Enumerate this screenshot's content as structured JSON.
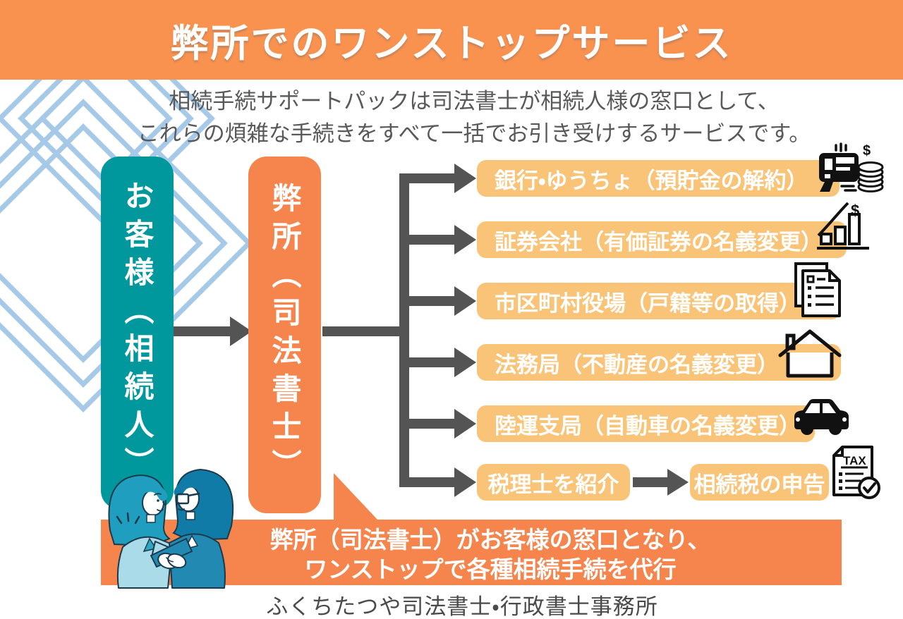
{
  "header": {
    "title": "弊所でのワンストップサービス"
  },
  "intro": {
    "line1": "相続手続サポートパックは司法書士が相続人様の窓口として、",
    "line2": "これらの煩雑な手続きをすべて一括でお引き受けするサービスです。"
  },
  "flow": {
    "customer": {
      "label": "お客様（相続人）"
    },
    "office": {
      "label": "弊所（司法書士）"
    },
    "destinations": [
      {
        "label": "銀行・ゆうちょ（預貯金の解約）",
        "icon": "atm-money-icon"
      },
      {
        "label": "証券会社（有価証券の名義変更）",
        "icon": "stock-chart-icon"
      },
      {
        "label": "市区町村役場（戸籍等の取得）",
        "icon": "documents-icon"
      },
      {
        "label": "法務局（不動産の名義変更）",
        "icon": "house-icon"
      },
      {
        "label": "陸運支局（自動車の名義変更）",
        "icon": "car-icon"
      },
      {
        "label": "税理士を紹介",
        "next": "相続税の申告",
        "icon": "tax-document-icon"
      }
    ]
  },
  "banner": {
    "line1": "弊所（司法書士）がお客様の窓口となり、",
    "line2": "ワンストップで各種相続手続を代行"
  },
  "footer": {
    "office_name": "ふくちたつや司法書士・行政書士事務所"
  },
  "icons": {
    "tax_label": "TAX",
    "dollar": "$"
  },
  "colors": {
    "header_bg": "#F9914F",
    "column_customer": "#00989C",
    "column_office": "#F5854D",
    "item_box": "#F9C478",
    "banner_bg": "#F5854D",
    "arrow": "#545454",
    "chevron": "#A5C9E7",
    "subtitle_text": "#595959",
    "footer_text": "#4A4A4A"
  }
}
